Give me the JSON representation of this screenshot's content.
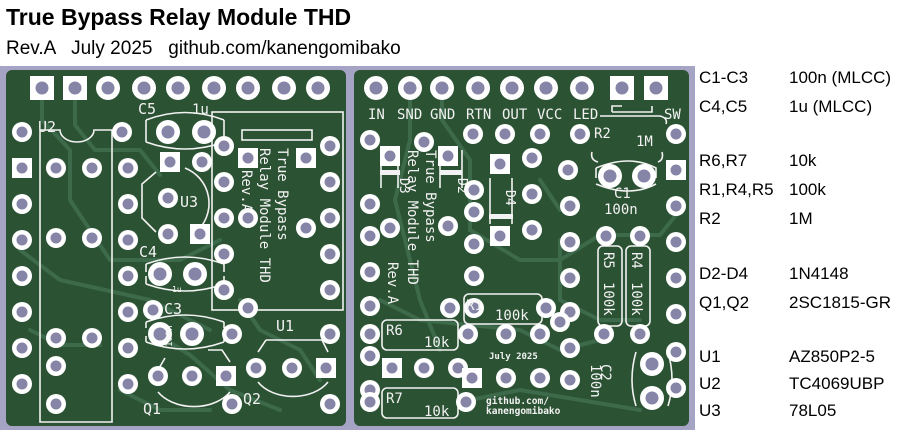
{
  "header": {
    "title": "True Bypass Relay Module THD",
    "subtitle": "Rev.A   July 2025   github.com/kanengomibako"
  },
  "colors": {
    "board": "#2c5234",
    "panel_bg": "#a6a4c4",
    "silkscreen": "#f2f2f2",
    "drill": "#8685a8",
    "trace": "#3c6a4a"
  },
  "board_left": {
    "labels": {
      "u2": "U2",
      "c5": "C5",
      "c5_val": "1u",
      "u3": "U3",
      "c4": "C4",
      "c4_val": "1u",
      "c3": "C3",
      "c3_val": "100n",
      "u1": "U1",
      "q1": "Q1",
      "q2": "Q2",
      "relay_text_1": "True Bypass",
      "relay_text_2": "Relay Module THD",
      "relay_text_3": "Rev.A"
    }
  },
  "board_right": {
    "header_pins": [
      "IN",
      "SND",
      "GND",
      "RTN",
      "OUT",
      "VCC",
      "LED",
      "SW"
    ],
    "labels": {
      "r2": "R2",
      "r2_val": "1M",
      "c1": "C1",
      "c1_val": "100n",
      "d2": "D2",
      "d3": "D3",
      "d4": "D4",
      "r4": "R4",
      "r4_val": "100k",
      "r5": "R5",
      "r5_val": "100k",
      "r1": "R1",
      "r1_val": "100k",
      "r6": "R6",
      "r6_val": "10k",
      "r7": "R7",
      "r7_val": "10k",
      "c2": "C2",
      "c2_val": "100n",
      "date": "July 2025",
      "url_1": "github.com/",
      "url_2": "kanengomibako",
      "vert_1": "True Bypass",
      "vert_2": "Relay Module THD",
      "vert_3": "Rev.A"
    }
  },
  "bom": [
    {
      "ref": "C1-C3",
      "value": "100n (MLCC)"
    },
    {
      "ref": "C4,C5",
      "value": "1u (MLCC)"
    },
    {
      "ref": "R6,R7",
      "value": "10k"
    },
    {
      "ref": "R1,R4,R5",
      "value": "100k"
    },
    {
      "ref": "R2",
      "value": "1M"
    },
    {
      "ref": "D2-D4",
      "value": "1N4148"
    },
    {
      "ref": "Q1,Q2",
      "value": "2SC1815-GR"
    },
    {
      "ref": "U1",
      "value": "AZ850P2-5"
    },
    {
      "ref": "U2",
      "value": "TC4069UBP"
    },
    {
      "ref": "U3",
      "value": "78L05"
    }
  ]
}
